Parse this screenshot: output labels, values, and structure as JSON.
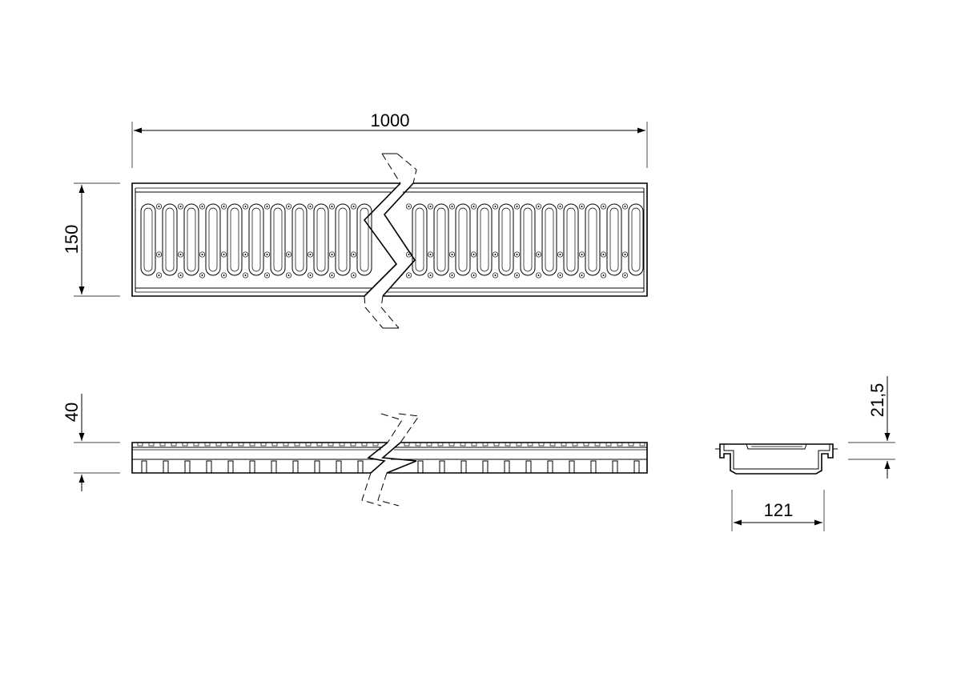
{
  "drawing": {
    "dimensions": {
      "length": "1000",
      "width": "150",
      "height": "40",
      "profile_width": "121",
      "profile_height": "21,5"
    }
  }
}
